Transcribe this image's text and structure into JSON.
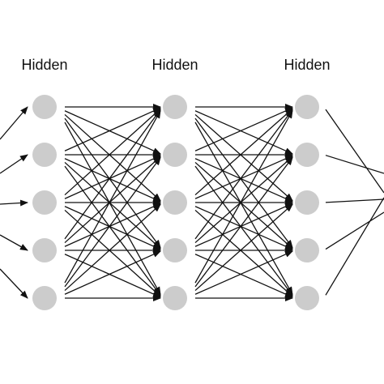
{
  "layers": [
    {
      "label": "Hidden",
      "nodes": 5
    },
    {
      "label": "Hidden",
      "nodes": 5
    },
    {
      "label": "Hidden",
      "nodes": 5
    }
  ],
  "connectivity": "fully-connected",
  "inputs_from_left_edge": 5,
  "outputs_to_right_edge": 5,
  "colors": {
    "node_fill": "#cccccc",
    "edge": "#111111",
    "text": "#111111",
    "background": "#ffffff"
  }
}
